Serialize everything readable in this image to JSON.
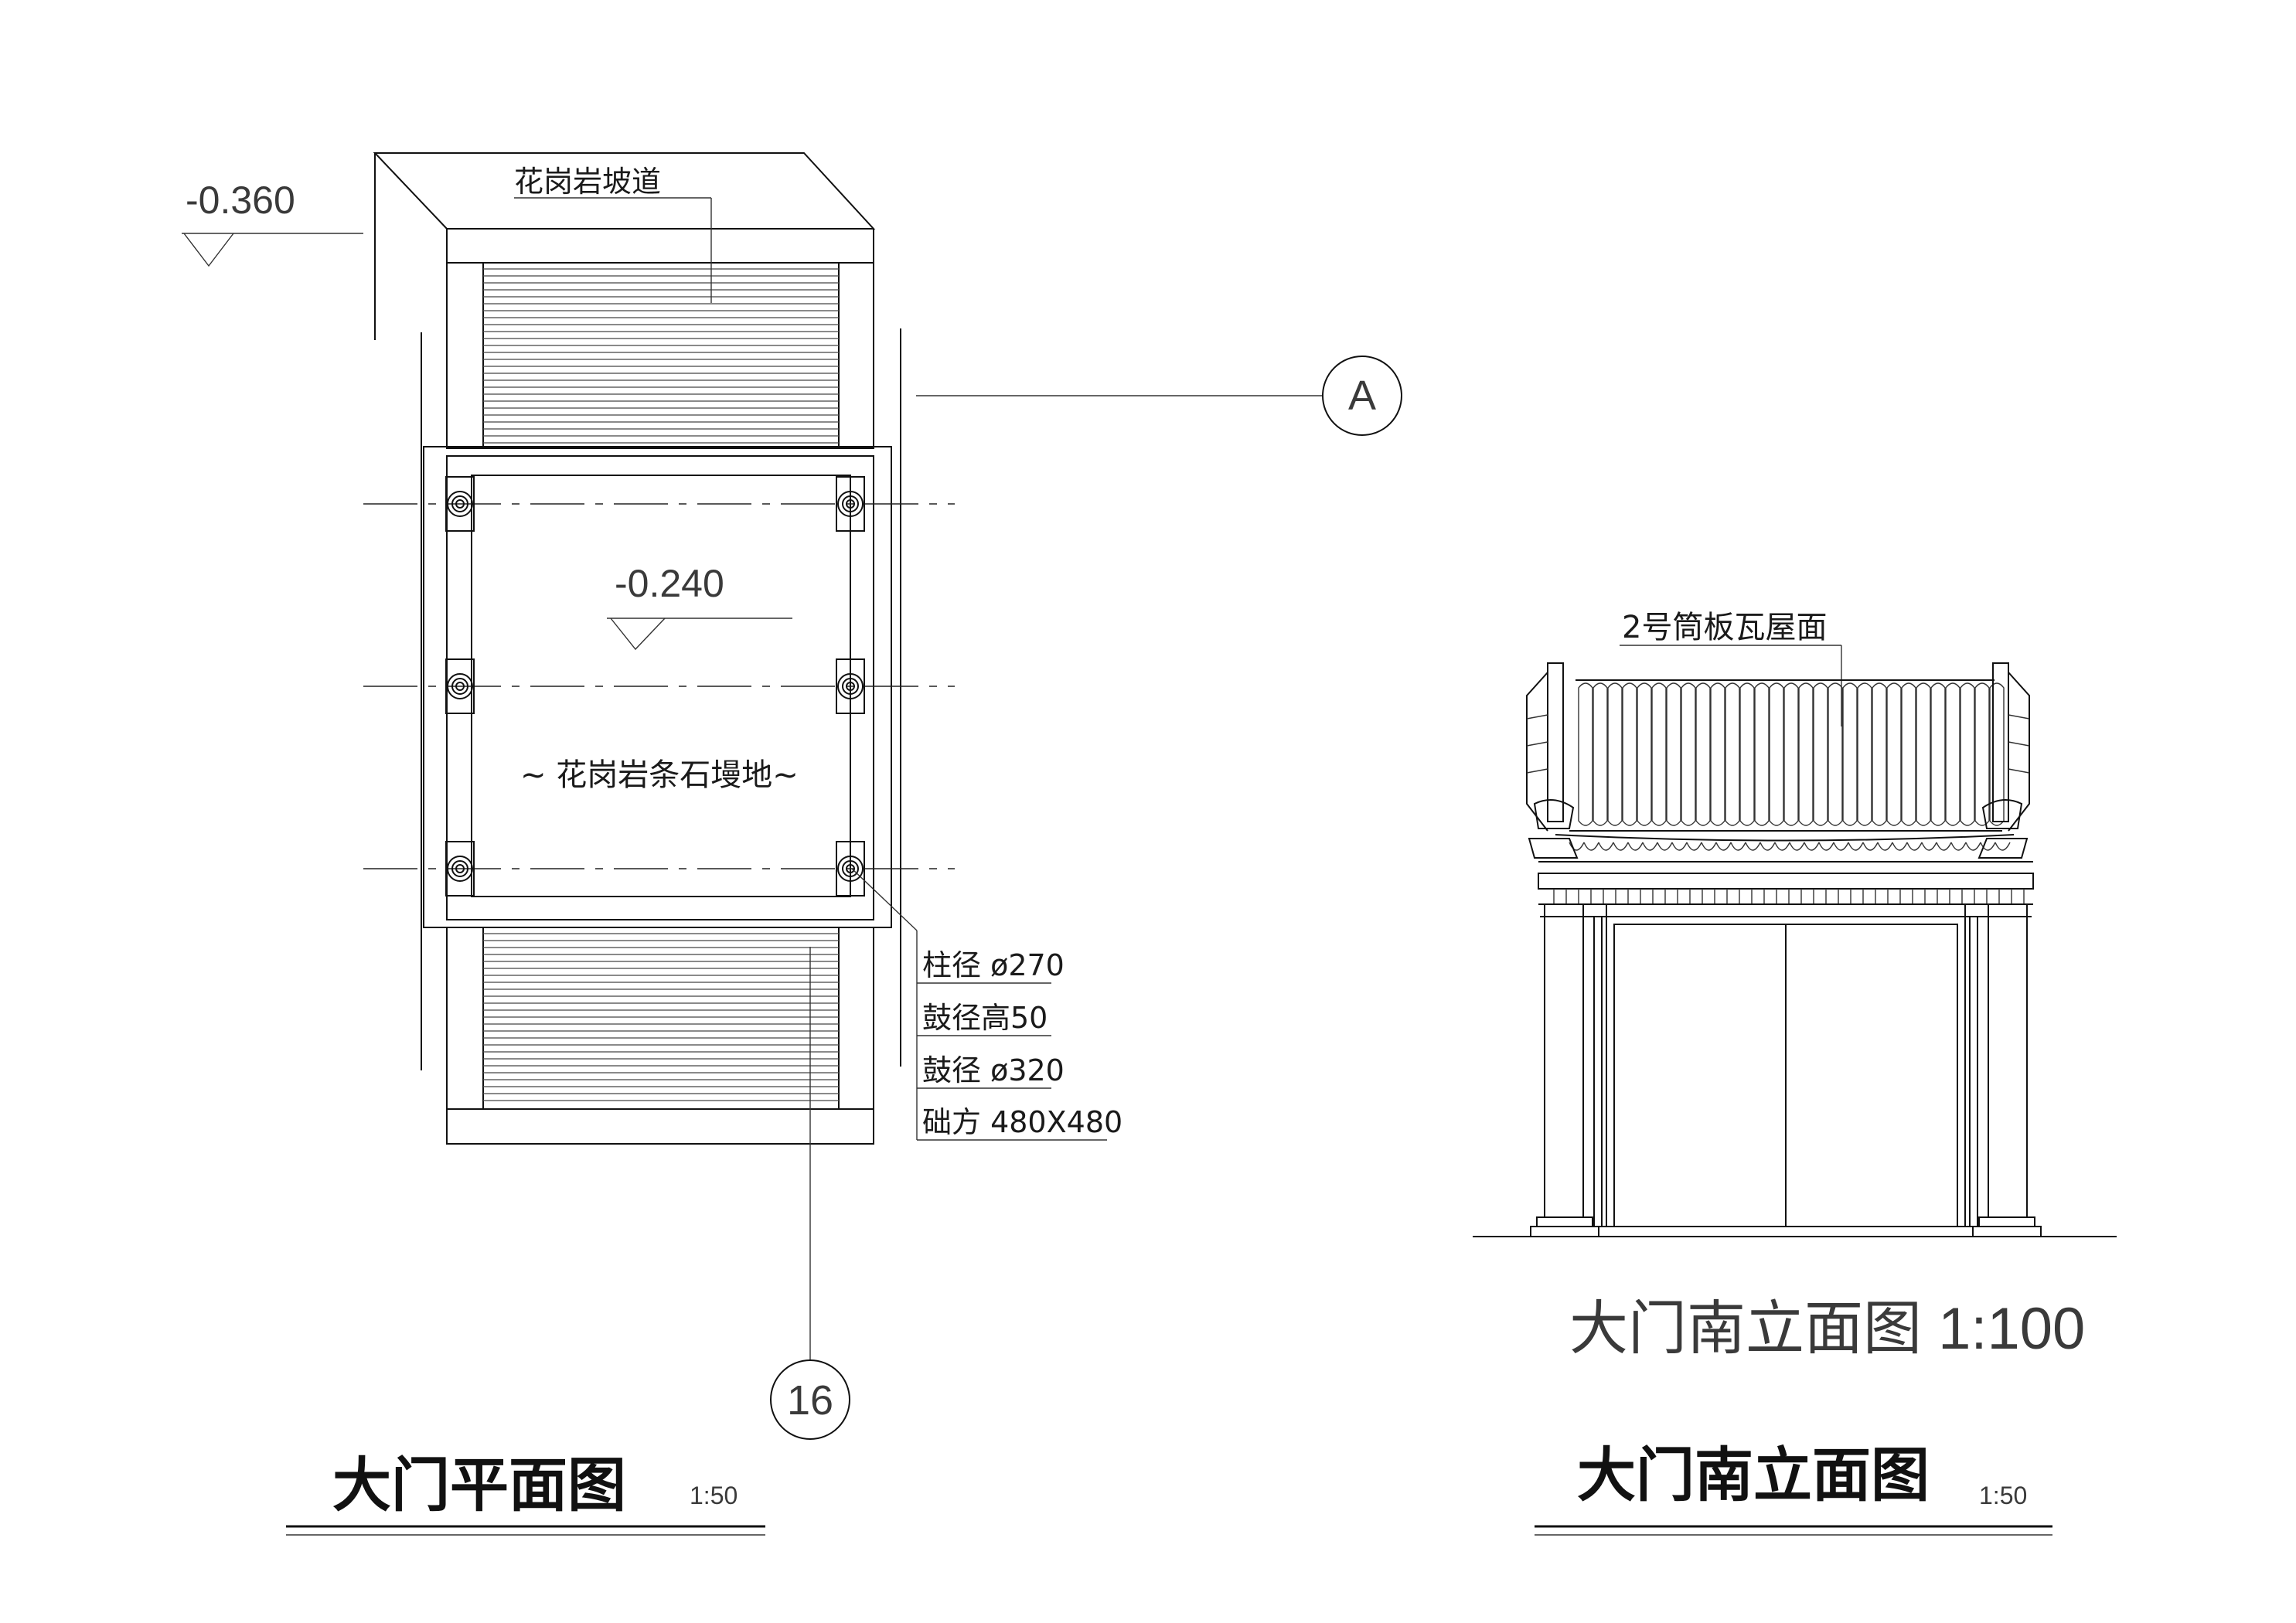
{
  "plan": {
    "elevation_outer": "-0.360",
    "elevation_inner": "-0.240",
    "ramp_label": "花岗岩坡道",
    "floor_label": "~ 花岗岩条石墁地~",
    "axis_a": "A",
    "axis_16": "16",
    "spec_lines": [
      "柱径 ø270",
      "鼓径高50",
      "鼓径 ø320",
      "础方 480X480"
    ],
    "title": "大门平面图",
    "scale": "1:50"
  },
  "elevation": {
    "roof_label": "2号筒板瓦屋面",
    "subtitle": "大门南立面图 1:100",
    "title": "大门南立面图",
    "scale": "1:50"
  }
}
